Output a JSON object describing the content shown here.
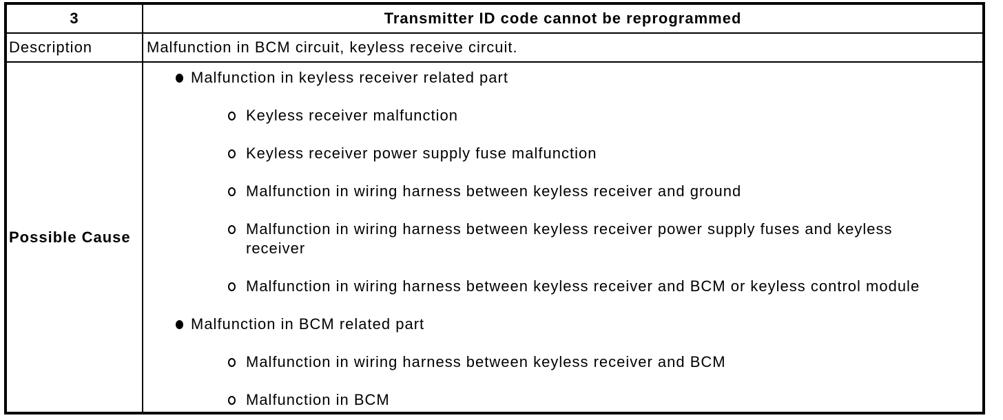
{
  "table": {
    "header": {
      "number": "3",
      "title": "Transmitter ID code cannot be reprogrammed"
    },
    "description": {
      "label": "Description",
      "text": "Malfunction in BCM circuit, keyless receive circuit."
    },
    "possible_cause": {
      "label": "Possible Cause",
      "items": [
        {
          "level": 1,
          "text": "Malfunction in keyless receiver related part"
        },
        {
          "level": 2,
          "text": "Keyless receiver malfunction"
        },
        {
          "level": 2,
          "text": "Keyless receiver power supply fuse malfunction"
        },
        {
          "level": 2,
          "text": "Malfunction in wiring harness between keyless receiver and ground"
        },
        {
          "level": 2,
          "text": "Malfunction in wiring harness between keyless receiver power supply fuses and keyless receiver"
        },
        {
          "level": 2,
          "text": "Malfunction in wiring harness between keyless receiver and BCM or keyless control module"
        },
        {
          "level": 1,
          "text": "Malfunction in BCM related part"
        },
        {
          "level": 2,
          "text": "Malfunction in wiring harness between keyless receiver and BCM"
        },
        {
          "level": 2,
          "text": "Malfunction in BCM"
        }
      ]
    },
    "colors": {
      "border": "#000000",
      "text": "#000000",
      "background": "#ffffff"
    }
  }
}
